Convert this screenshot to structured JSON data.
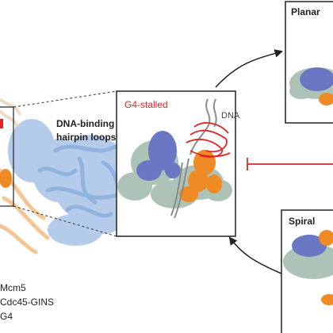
{
  "colors": {
    "mcm5": "#6a78c4",
    "cdc45_gins": "#f0a64e",
    "g4": "#e02424",
    "mcm_other": "#9fb9ab",
    "helicase_bg": "#a7c3e6",
    "frame": "#222222"
  },
  "labels": {
    "hairpin_line1": "DNA-binding",
    "hairpin_line2": "hairpin loops",
    "g4_stalled": "G4-stalled",
    "dna": "DNA",
    "planar": "Planar",
    "spiral": "Spiral"
  },
  "legend": [
    {
      "label": "Mcm5",
      "color": "#6a78c4"
    },
    {
      "label": "Cdc45-GINS",
      "color": "#f0a64e"
    },
    {
      "label": "G4",
      "color": "#e02424"
    }
  ]
}
